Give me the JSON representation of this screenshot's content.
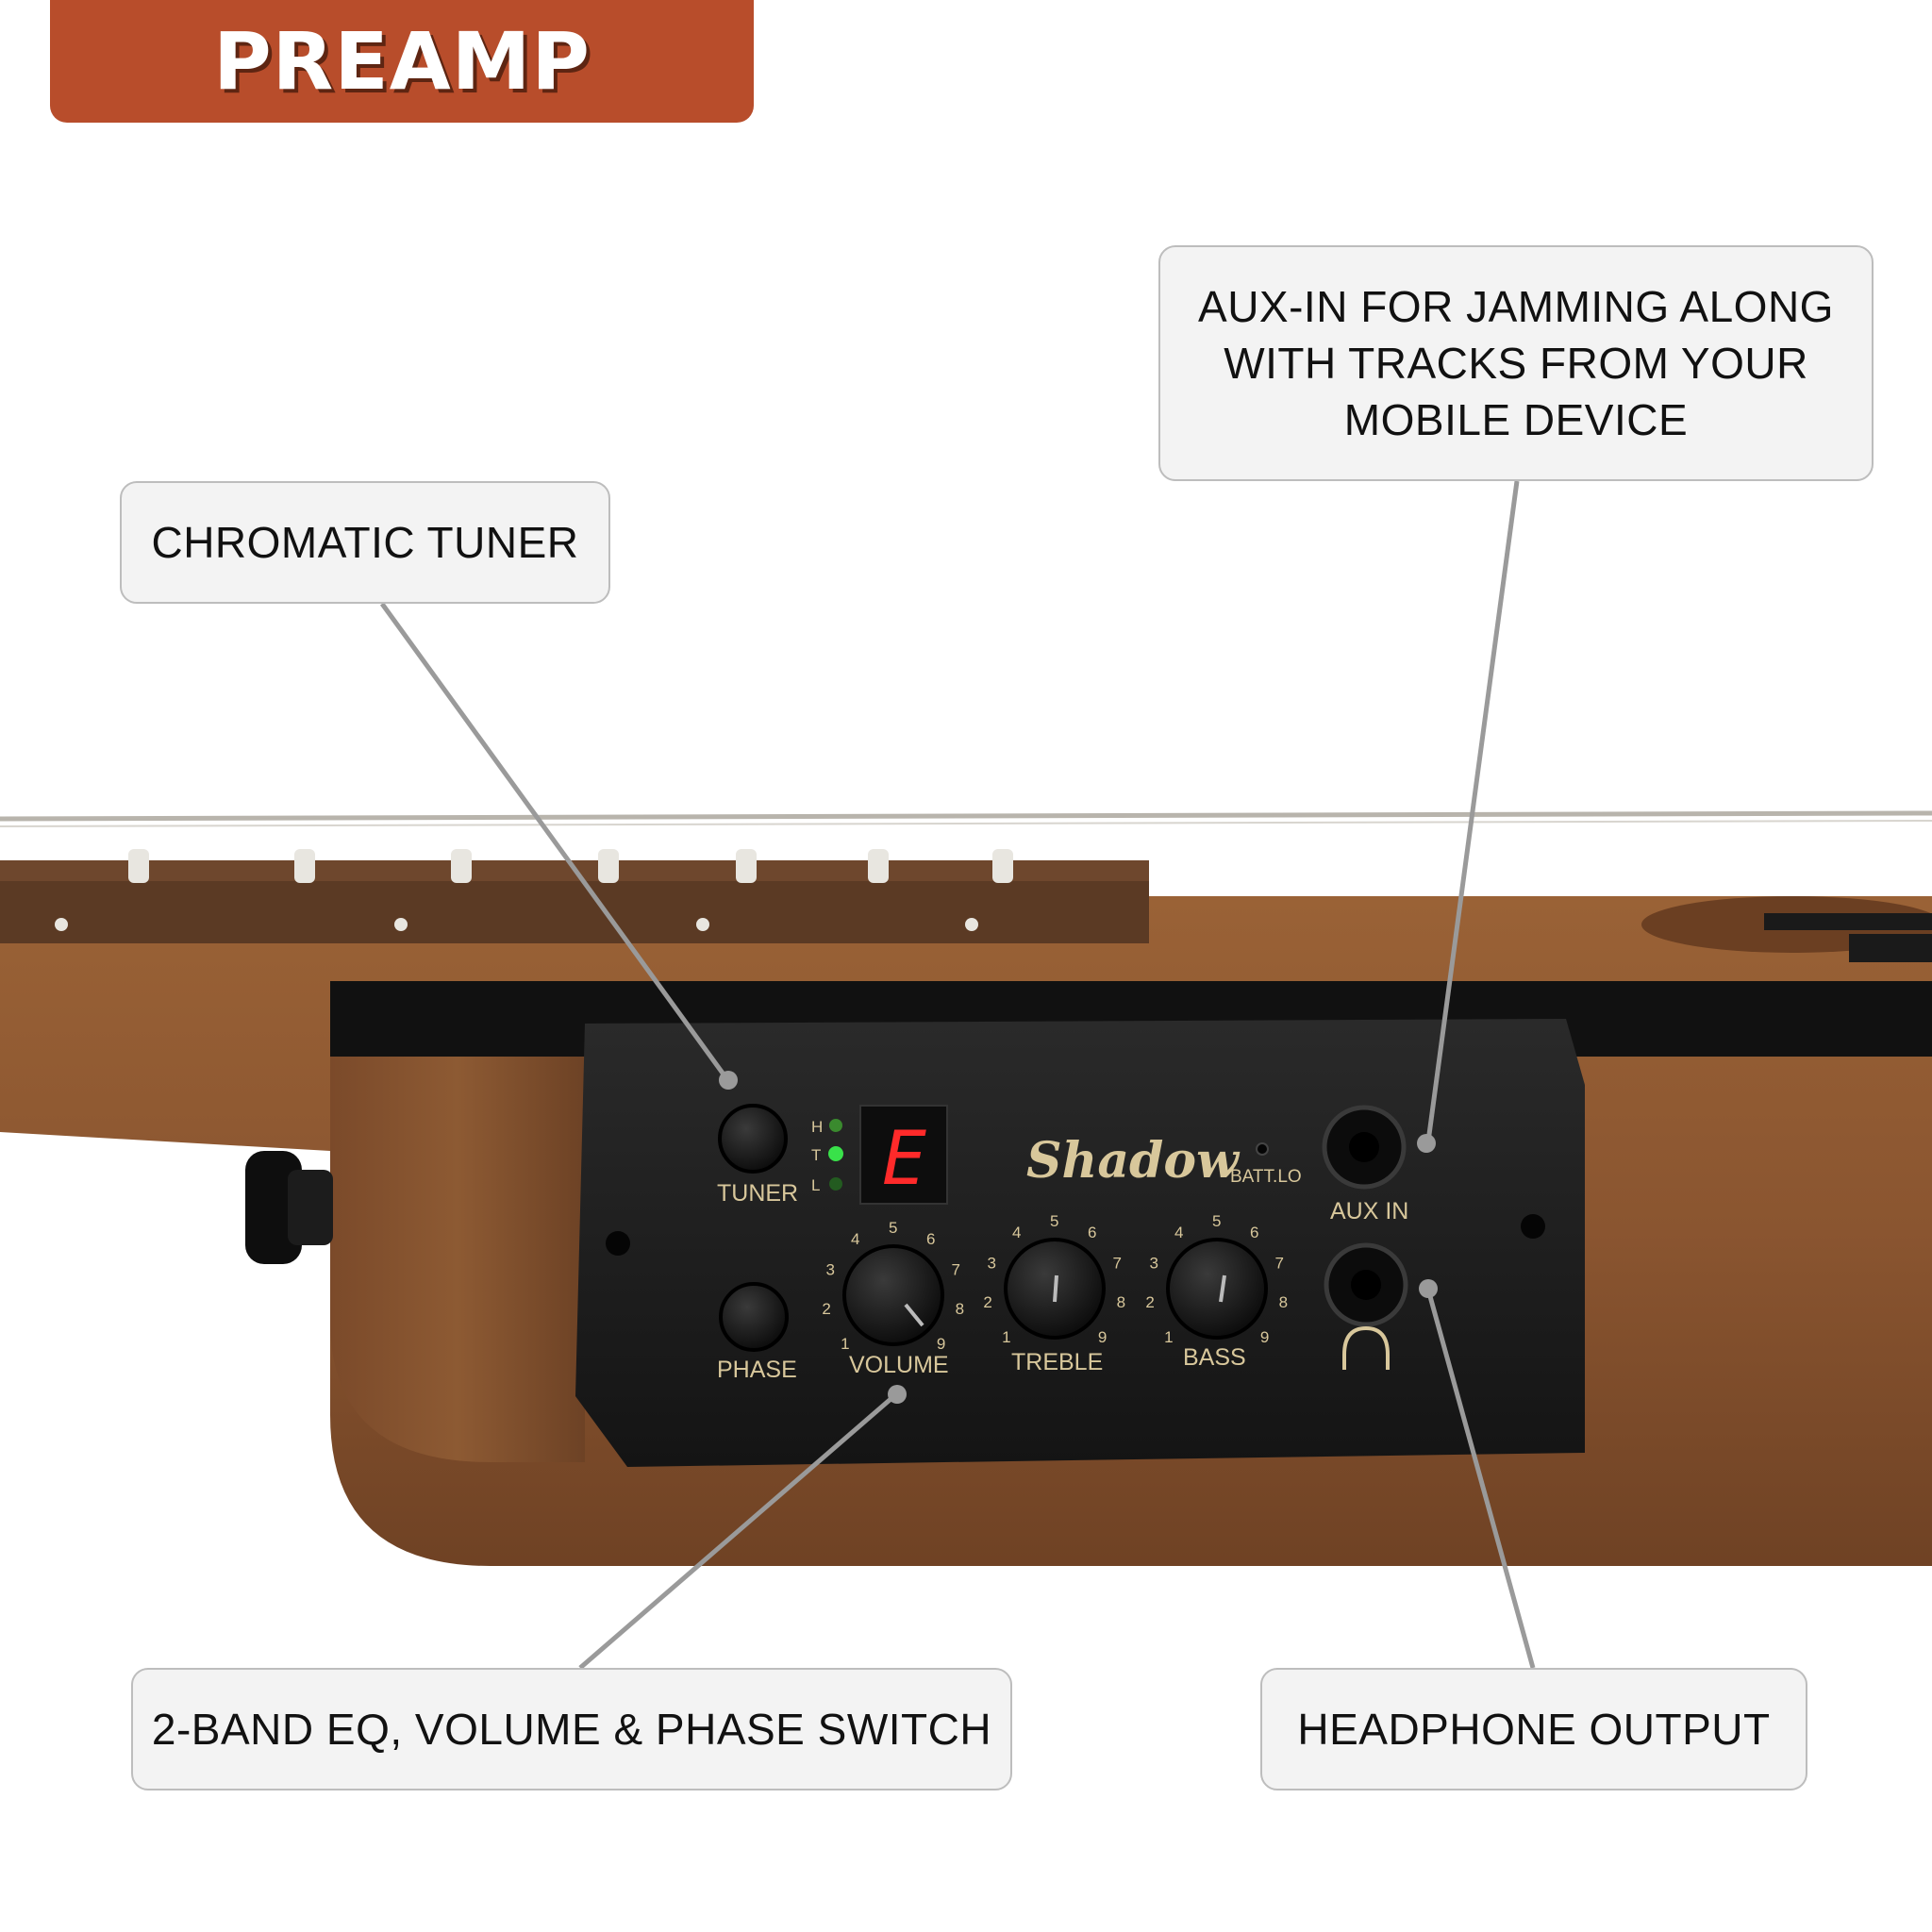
{
  "header": {
    "title": "PREAMP"
  },
  "callouts": {
    "aux_in": "AUX-IN FOR JAMMING ALONG\nWITH TRACKS FROM YOUR\nMOBILE DEVICE",
    "tuner": "CHROMATIC TUNER",
    "eq": "2-BAND EQ, VOLUME & PHASE SWITCH",
    "headphone": "HEADPHONE OUTPUT"
  },
  "panel": {
    "brand": "Shadow",
    "tuner_label": "TUNER",
    "phase_label": "PHASE",
    "volume_label": "VOLUME",
    "treble_label": "TREBLE",
    "bass_label": "BASS",
    "batt_label": "BATT.LO",
    "aux_label": "AUX IN",
    "display_note": "E",
    "led_h": "H",
    "led_t": "T",
    "led_l": "L",
    "dial_numbers": [
      "1",
      "2",
      "3",
      "4",
      "5",
      "6",
      "7",
      "8",
      "9"
    ]
  },
  "colors": {
    "banner": "#b84d2b",
    "callout_bg": "#f3f3f3",
    "wood": "#8a5530",
    "panel": "#1b1b1b",
    "label_gold": "#d8c79b",
    "display_red": "#ff2a2a",
    "led_green": "#39e14a"
  }
}
